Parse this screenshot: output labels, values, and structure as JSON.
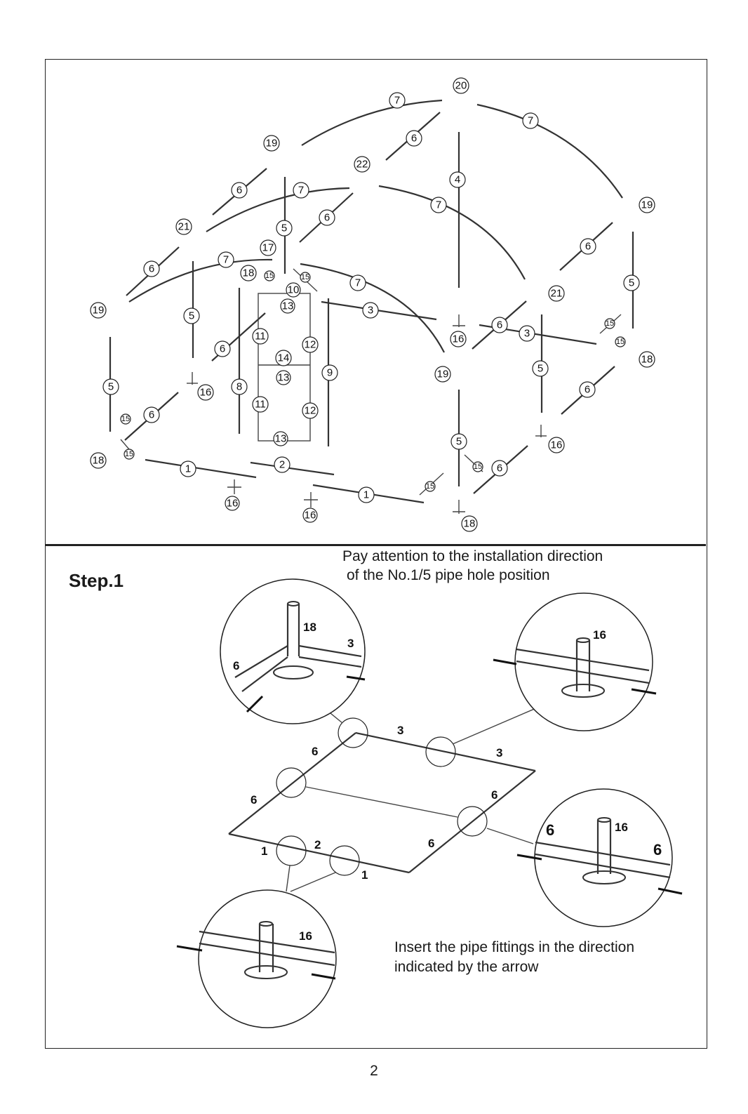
{
  "step": {
    "title": "Step.1"
  },
  "notes": {
    "top_line1": "Pay attention to the installation direction",
    "top_line2": "of the No.1/5 pipe hole position",
    "bottom_line1": "Insert the pipe fittings in the direction",
    "bottom_line2": "indicated by the arrow"
  },
  "page_number": "2",
  "exploded_labels": {
    "l20": "20",
    "l7a": "7",
    "l7b": "7",
    "l7c": "7",
    "l7d": "7",
    "l7e": "7",
    "l7f": "7",
    "l19a": "19",
    "l19b": "19",
    "l19c": "19",
    "l19d": "19",
    "l6a": "6",
    "l6b": "6",
    "l6c": "6",
    "l6d": "6",
    "l6e": "6",
    "l6f": "6",
    "l6g": "6",
    "l6h": "6",
    "l6i": "6",
    "l6j": "6",
    "l22": "22",
    "l4": "4",
    "l21a": "21",
    "l21b": "21",
    "l5a": "5",
    "l5b": "5",
    "l5c": "5",
    "l5d": "5",
    "l5e": "5",
    "l5f": "5",
    "l17": "17",
    "l18a": "18",
    "l18b": "18",
    "l18c": "18",
    "l18d": "18",
    "l15a": "15",
    "l15b": "15",
    "l15c": "15",
    "l15d": "15",
    "l15e": "15",
    "l15f": "15",
    "l15g": "15",
    "l15h": "15",
    "l10": "10",
    "l13a": "13",
    "l13b": "13",
    "l13c": "13",
    "l3a": "3",
    "l3b": "3",
    "l16a": "16",
    "l16b": "16",
    "l16c": "16",
    "l16d": "16",
    "l16e": "16",
    "l11a": "11",
    "l11b": "11",
    "l12a": "12",
    "l12b": "12",
    "l14": "14",
    "l9": "9",
    "l8": "8",
    "l1a": "1",
    "l1b": "1",
    "l2": "2"
  },
  "step_labels": {
    "d18": "18",
    "d3a": "3",
    "d6a": "6",
    "d16a": "16",
    "f3a": "3",
    "f3b": "3",
    "f6a": "6",
    "f6b": "6",
    "f6c": "6",
    "f6d": "6",
    "f1a": "1",
    "f2": "2",
    "f1b": "1",
    "d6b": "6",
    "d16b": "16",
    "d6c": "6",
    "d16c": "16"
  }
}
